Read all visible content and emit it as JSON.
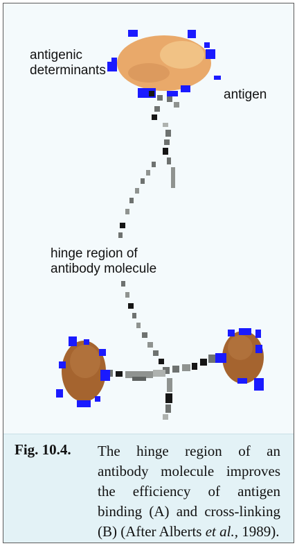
{
  "labels": {
    "antigenic_determinants": [
      "antigenic",
      "determinants"
    ],
    "antigen": "antigen",
    "hinge_region": [
      "hinge region of",
      "antibody molecule"
    ]
  },
  "caption": {
    "figure_number": "Fig. 10.4.",
    "text_before_italic": "The hinge region of an antibody molecule improves the efficiency of antigen binding (A) and cross-linking (B) (After Alberts ",
    "italic": "et al.,",
    "text_after_italic": " 1989)."
  },
  "colors": {
    "antigen_fill": "#e9a96a",
    "antigen_fill_light": "#f2c88c",
    "antigen_fill_dark": "#a5642f",
    "determinant_blue": "#1a1aff",
    "antibody_gray": "#6e7270",
    "antibody_dark": "#151515",
    "figure_background": "#f4fafc",
    "caption_background": "#e3f2f6"
  }
}
